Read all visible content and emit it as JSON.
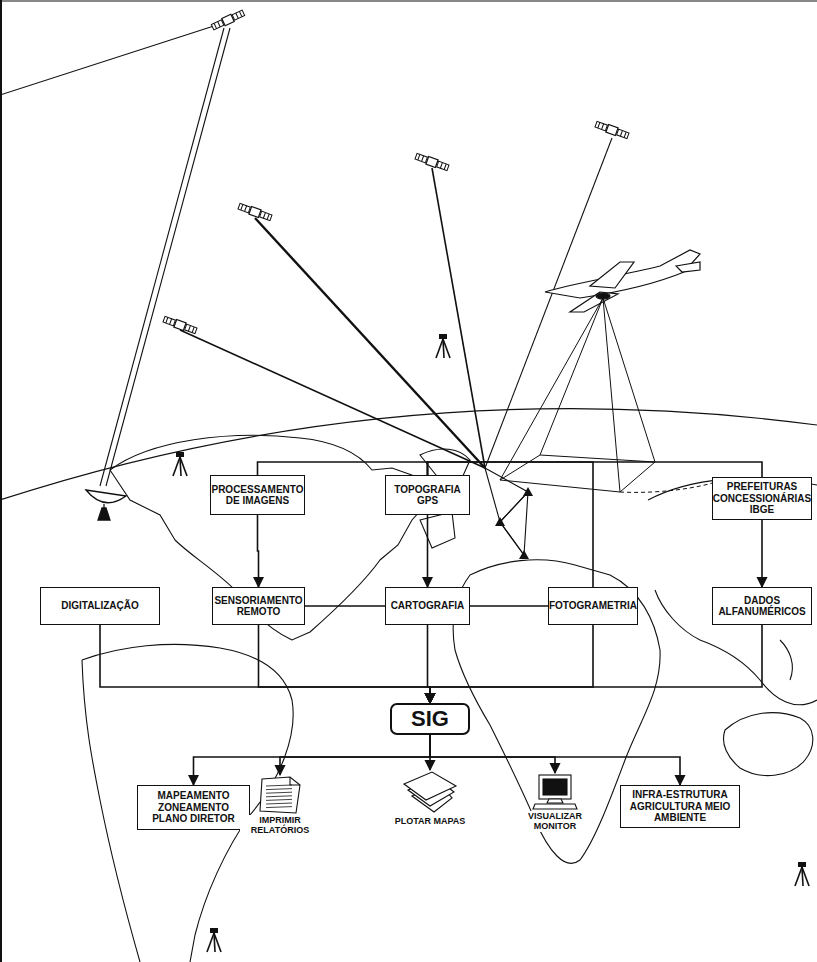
{
  "diagram": {
    "nodes": [
      {
        "text": [
          "PROCESSAMENTO DE IMAGENS"
        ]
      },
      {
        "text": [
          "TOPOGRAFIA GPS"
        ]
      },
      {
        "text": [
          "PREFEITURAS CONCESSIONÁRIAS IBGE"
        ]
      },
      {
        "text": [
          "DIGITALIZAÇÃO"
        ]
      },
      {
        "text": [
          "SENSORIAMENTO REMOTO"
        ]
      },
      {
        "text": [
          "CARTOGRAFIA"
        ]
      },
      {
        "text": [
          "FOTOGRAMETRIA"
        ]
      },
      {
        "text": [
          "DADOS ALFANUMÉRICOS"
        ]
      },
      {
        "text": [
          "SIG"
        ]
      },
      {
        "text": [
          "MAPEAMENTO ZONEAMENTO PLANO DIRETOR"
        ]
      },
      {
        "text": [
          "IMPRIMIR RELATÓRIOS"
        ]
      },
      {
        "text": [
          "PLOTAR MAPAS"
        ]
      },
      {
        "text": [
          "VISUALIZAR MONITOR"
        ]
      },
      {
        "text": [
          "INFRA-ESTRUTURA AGRICULTURA MEIO AMBIENTE"
        ]
      }
    ],
    "edges": [
      {
        "from": 0,
        "to": 4,
        "arrow": "to"
      },
      {
        "from": 1,
        "to": 5,
        "arrow": "to"
      },
      {
        "from": 2,
        "to": 7,
        "arrow": "to"
      },
      {
        "from": 4,
        "to": 5,
        "arrow": "none"
      },
      {
        "from": 5,
        "to": 6,
        "arrow": "none"
      },
      {
        "from": 1,
        "to": 0,
        "arrow": "none"
      },
      {
        "from": 1,
        "to": 6,
        "arrow": "none"
      },
      {
        "from": 1,
        "to": 2,
        "arrow": "none"
      },
      {
        "from": 3,
        "to": 8,
        "arrow": "to"
      },
      {
        "from": 4,
        "to": 8,
        "arrow": "to"
      },
      {
        "from": 5,
        "to": 8,
        "arrow": "to"
      },
      {
        "from": 6,
        "to": 8,
        "arrow": "to"
      },
      {
        "from": 7,
        "to": 8,
        "arrow": "to"
      },
      {
        "from": 8,
        "to": 9,
        "arrow": "to"
      },
      {
        "from": 8,
        "to": 10,
        "arrow": "to"
      },
      {
        "from": 8,
        "to": 11,
        "arrow": "to"
      },
      {
        "from": 8,
        "to": 12,
        "arrow": "to"
      },
      {
        "from": 8,
        "to": 13,
        "arrow": "to"
      }
    ]
  }
}
